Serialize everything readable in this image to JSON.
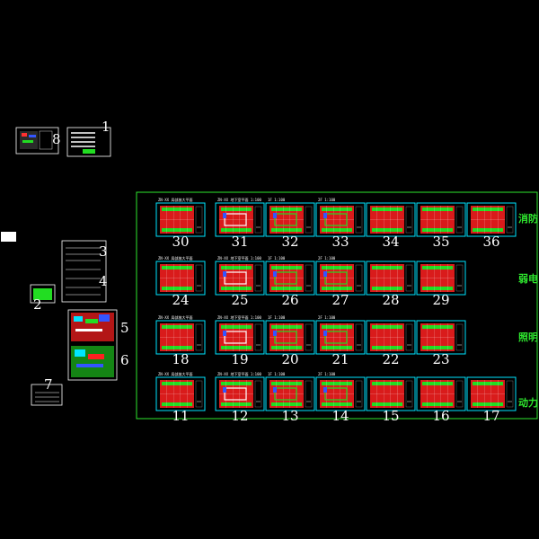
{
  "colors": {
    "background": "#000000",
    "frame": "#2ee62e",
    "sheet_border": "#00e5ff",
    "plan_red": "#ff2020",
    "plan_green": "#22dd22",
    "plan_blue": "#3355ff",
    "text_white": "#ffffff",
    "group_label": "#2ee62e"
  },
  "left_sheets": {
    "sheet_8": {
      "num": "8"
    },
    "sheet_1": {
      "num": "1"
    },
    "sheet_2": {
      "num": "2"
    },
    "sheet_3": {
      "num": "3"
    },
    "sheet_4": {
      "num": "4"
    },
    "sheet_5": {
      "num": "5"
    },
    "sheet_6": {
      "num": "6"
    },
    "sheet_7": {
      "num": "7"
    }
  },
  "groups": [
    {
      "label": "消防",
      "sheets": [
        {
          "num": "30",
          "cap": "ZN-XX 局部放大平面"
        },
        {
          "num": "31",
          "cap": "ZN-XX 地下室平面 1:100"
        },
        {
          "num": "32",
          "cap": "1F 1:100"
        },
        {
          "num": "33",
          "cap": "2F 1:100"
        },
        {
          "num": "34",
          "cap": ""
        },
        {
          "num": "35",
          "cap": ""
        },
        {
          "num": "36",
          "cap": ""
        }
      ]
    },
    {
      "label": "弱电",
      "sheets": [
        {
          "num": "24",
          "cap": "ZN-XX 局部放大平面"
        },
        {
          "num": "25",
          "cap": "ZN-XX 地下室平面 1:100"
        },
        {
          "num": "26",
          "cap": "1F 1:100"
        },
        {
          "num": "27",
          "cap": "2F 1:100"
        },
        {
          "num": "28",
          "cap": ""
        },
        {
          "num": "29",
          "cap": ""
        }
      ]
    },
    {
      "label": "照明",
      "sheets": [
        {
          "num": "18",
          "cap": "ZN-XX 局部放大平面"
        },
        {
          "num": "19",
          "cap": "ZN-XX 地下室平面 1:100"
        },
        {
          "num": "20",
          "cap": "1F 1:100"
        },
        {
          "num": "21",
          "cap": "2F 1:100"
        },
        {
          "num": "22",
          "cap": ""
        },
        {
          "num": "23",
          "cap": ""
        }
      ]
    },
    {
      "label": "动力",
      "sheets": [
        {
          "num": "11",
          "cap": "ZN-XX 局部放大平面"
        },
        {
          "num": "12",
          "cap": "ZN-XX 地下室平面 1:100"
        },
        {
          "num": "13",
          "cap": "1F 1:100"
        },
        {
          "num": "14",
          "cap": "2F 1:100"
        },
        {
          "num": "15",
          "cap": ""
        },
        {
          "num": "16",
          "cap": ""
        },
        {
          "num": "17",
          "cap": ""
        }
      ]
    }
  ]
}
